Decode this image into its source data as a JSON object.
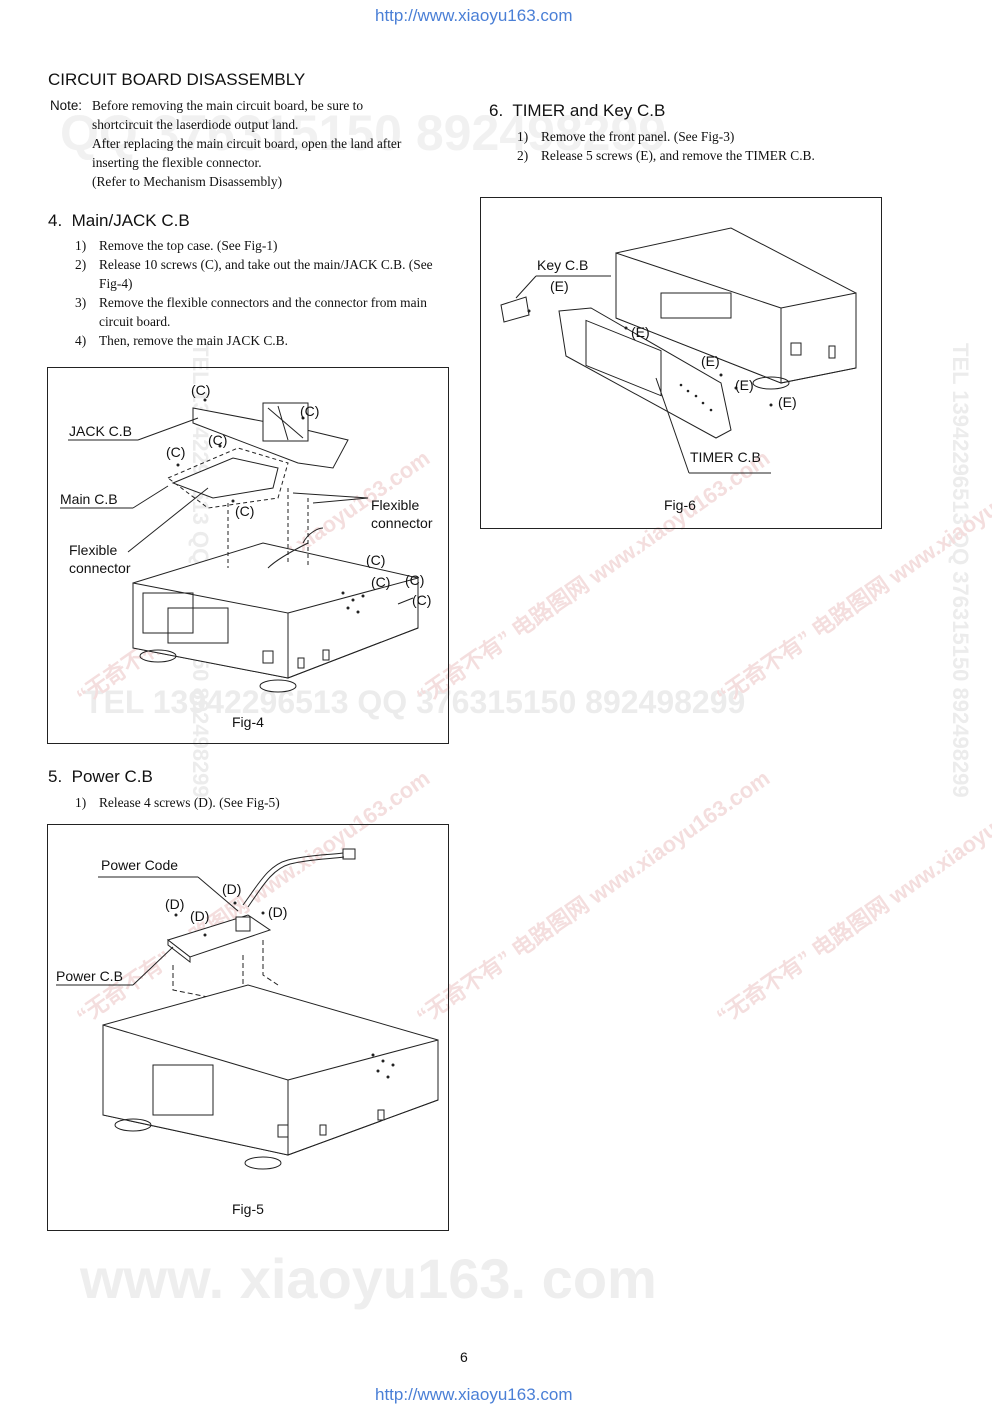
{
  "header_url": "http://www.xiaoyu163.com",
  "footer_url": "http://www.xiaoyu163.com",
  "watermarks": {
    "qq_top": "QQ 376315150 892498299",
    "tel_left": "TEL 13942296513 QQ 376315150 892498299",
    "tel_right": "TEL 13942296513 QQ 376315150 892498299",
    "mid": "TEL 13942296513   QQ 376315150  892498299",
    "diag": "“无奇不有” 电路图网 www.xiaoyu163.com",
    "bottom": "www. xiaoyu163. com"
  },
  "page_title": "CIRCUIT BOARD DISASSEMBLY",
  "note": {
    "label": "Note:",
    "lines": [
      "Before removing the main circuit board, be sure to",
      "shortcircuit the laserdiode output land.",
      "After replacing the main circuit board, open the land after",
      "inserting the flexible connector.",
      "(Refer to Mechanism Disassembly)"
    ]
  },
  "section4": {
    "title": "4.  Main/JACK C.B",
    "steps": [
      {
        "n": "1)",
        "text": "Remove the top case. (See Fig-1)"
      },
      {
        "n": "2)",
        "text": "Release 10 screws (C), and take out the main/JACK C.B. (See Fig-4)"
      },
      {
        "n": "3)",
        "text": "Remove the flexible connectors and the connector from main circuit board."
      },
      {
        "n": "4)",
        "text": "Then, remove the main JACK C.B."
      }
    ]
  },
  "fig4": {
    "caption": "Fig-4",
    "labels": {
      "jack_cb": "JACK C.B",
      "main_cb": "Main C.B",
      "flex_left_1": "Flexible",
      "flex_left_2": "connector",
      "flex_right_1": "Flexible",
      "flex_right_2": "connector",
      "screw": "(C)"
    }
  },
  "section5": {
    "title": "5.  Power C.B",
    "steps": [
      {
        "n": "1)",
        "text": "Release 4 screws (D). (See Fig-5)"
      }
    ]
  },
  "fig5": {
    "caption": "Fig-5",
    "labels": {
      "power_code": "Power Code",
      "power_cb": "Power C.B",
      "screw": "(D)"
    }
  },
  "section6": {
    "title": "6.  TIMER and Key C.B",
    "steps": [
      {
        "n": "1)",
        "text": "Remove the front panel. (See Fig-3)"
      },
      {
        "n": "2)",
        "text": "Release 5 screws (E), and remove the TIMER C.B."
      }
    ]
  },
  "fig6": {
    "caption": "Fig-6",
    "labels": {
      "key_cb": "Key C.B",
      "timer_cb": "TIMER C.B",
      "screw": "(E)"
    }
  },
  "page_number": "6"
}
